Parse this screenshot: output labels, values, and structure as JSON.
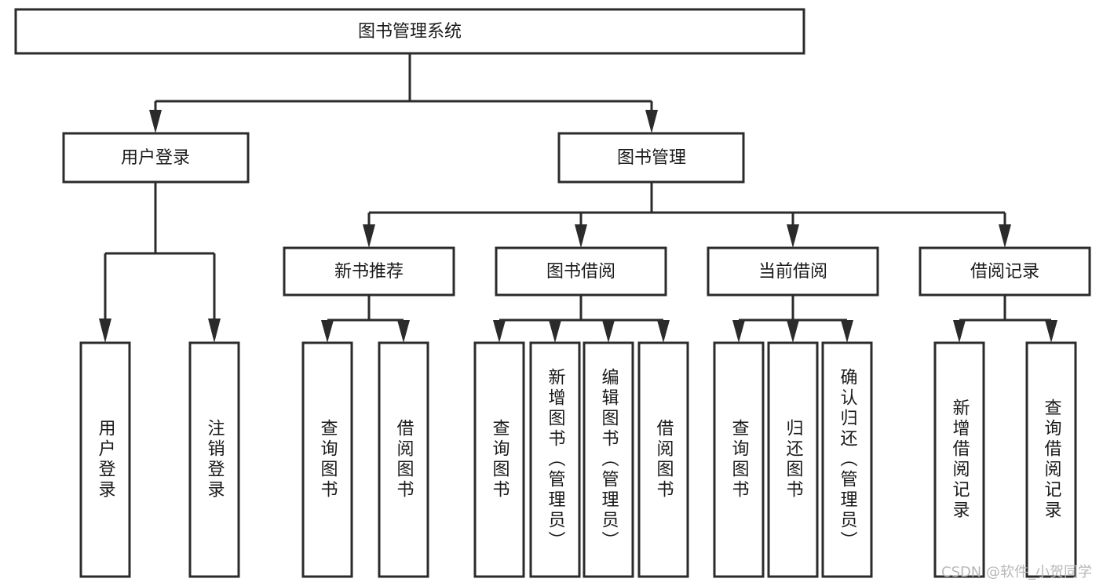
{
  "diagram": {
    "title": "图书管理系统",
    "type": "tree",
    "watermark": "CSDN @软件_小贺同学",
    "colors": {
      "box_stroke": "#2b2b2b",
      "box_fill": "#ffffff",
      "text": "#1a1a1a",
      "background": "#ffffff",
      "watermark": "#b8b8b8"
    },
    "root": {
      "label": "图书管理系统"
    },
    "level2": [
      {
        "label": "用户登录"
      },
      {
        "label": "图书管理"
      }
    ],
    "level3": [
      {
        "label": "新书推荐"
      },
      {
        "label": "图书借阅"
      },
      {
        "label": "当前借阅"
      },
      {
        "label": "借阅记录"
      }
    ],
    "leaves": {
      "user_login": [
        {
          "label": "用户登录"
        },
        {
          "label": "注销登录"
        }
      ],
      "new_book_recommend": [
        {
          "label": "查询图书"
        },
        {
          "label": "借阅图书"
        }
      ],
      "book_borrow": [
        {
          "label": "查询图书"
        },
        {
          "label": "新增图书（管理员）"
        },
        {
          "label": "编辑图书（管理员）"
        },
        {
          "label": "借阅图书"
        }
      ],
      "current_borrow": [
        {
          "label": "查询图书"
        },
        {
          "label": "归还图书"
        },
        {
          "label": "确认归还（管理员）"
        }
      ],
      "borrow_record": [
        {
          "label": "新增借阅记录"
        },
        {
          "label": "查询借阅记录"
        }
      ]
    }
  }
}
